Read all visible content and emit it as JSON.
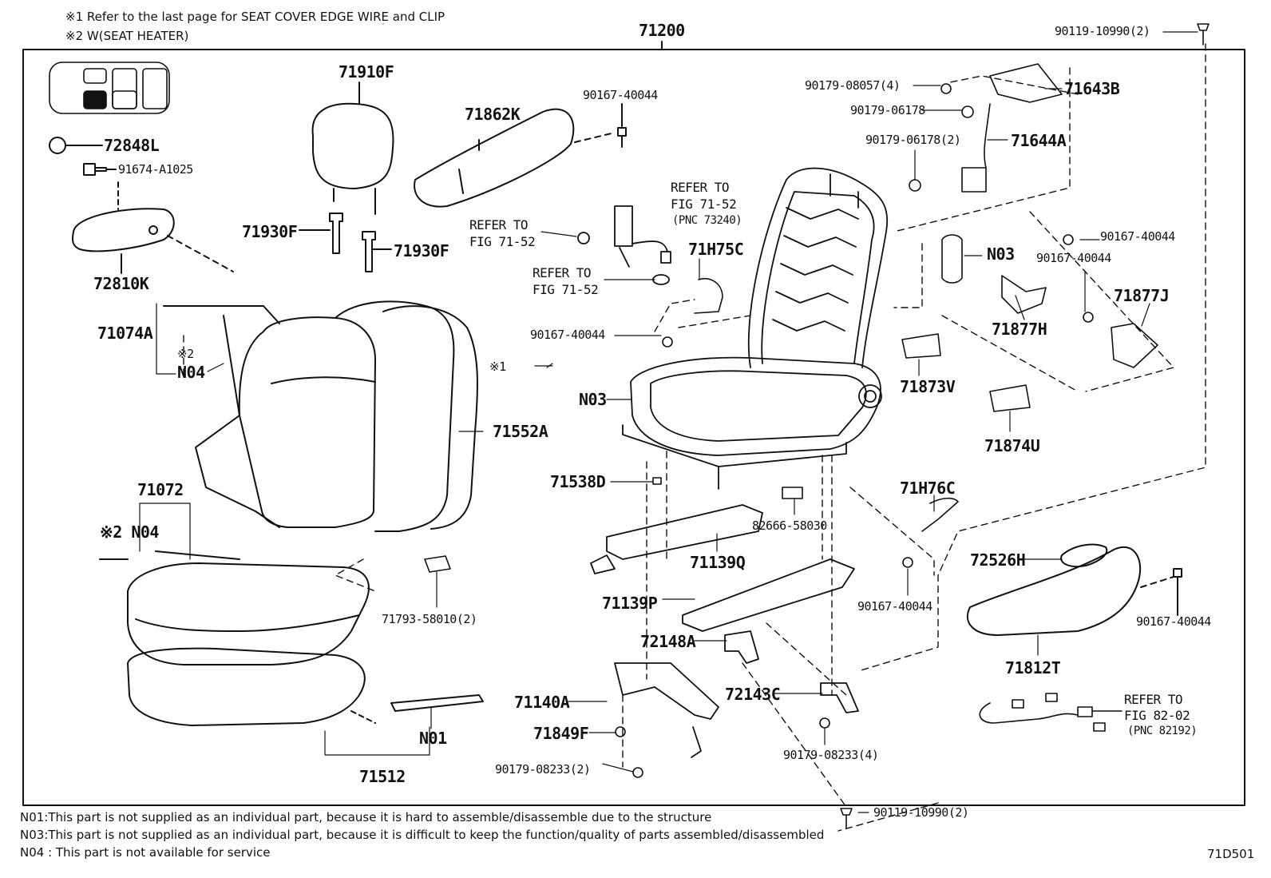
{
  "notes": {
    "note1": "※1 Refer to the last page for SEAT COVER EDGE WIRE and CLIP",
    "note2": "※2 W(SEAT HEATER)"
  },
  "labels": {
    "l71200": "71200",
    "l90119_top": "90119-10990(2)",
    "l71910F": "71910F",
    "l72848L": "72848L",
    "l91674": "91674-A1025",
    "l71930F_a": "71930F",
    "l71930F_b": "71930F",
    "l72810K": "72810K",
    "l71862K": "71862K",
    "l90167_a": "90167-40044",
    "l90179_08057": "90179-08057(4)",
    "l90179_06178": "90179-06178",
    "l90179_06178_2": "90179-06178(2)",
    "l71643B": "71643B",
    "l71644A": "71644A",
    "ref1_a": "REFER TO",
    "ref1_b": "FIG 71-52",
    "ref1_c": "(PNC 73240)",
    "ref2_a": "REFER TO",
    "ref2_b": "FIG 71-52",
    "ref3_a": "REFER TO",
    "ref3_b": "FIG 71-52",
    "l71H75C": "71H75C",
    "lN03_a": "N03",
    "l90167_b": "90167-40044",
    "l90167_c": "90167-40044",
    "l90167_d": "90167-40044",
    "l71877J": "71877J",
    "l71877H": "71877H",
    "l71074A": "71074A",
    "lx2_a": "※2",
    "lN04_a": "N04",
    "lx1": "※1",
    "lN03_b": "N03",
    "l71873V": "71873V",
    "l71552A": "71552A",
    "l71874U": "71874U",
    "l71072": "71072",
    "lx2N04": "※2 N04",
    "l71538D": "71538D",
    "l71H76C": "71H76C",
    "l82666": "82666-58030",
    "l71139Q": "71139Q",
    "l72526H": "72526H",
    "l71793": "71793-58010(2)",
    "l71139P": "71139P",
    "l90167_e": "90167-40044",
    "l90167_f": "90167-40044",
    "l72148A": "72148A",
    "l71812T": "71812T",
    "l71140A": "71140A",
    "l72143C": "72143C",
    "ref4_a": "REFER TO",
    "ref4_b": "FIG 82-02",
    "ref4_c": "(PNC 82192)",
    "l71849F": "71849F",
    "lN01": "N01",
    "l90179_08233_4": "90179-08233(4)",
    "l90179_08233_2": "90179-08233(2)",
    "l71512": "71512",
    "l90119_bot": "90119-10990(2)"
  },
  "footer": {
    "n01": "N01:This part is not supplied as an individual part, because it is hard to assemble/disassemble due to the structure",
    "n03": "N03:This part is not supplied as an individual part, because it is difficult to keep the function/quality of parts assembled/disassembled",
    "n04": "N04 : This part is not available for service",
    "code": "71D501"
  }
}
